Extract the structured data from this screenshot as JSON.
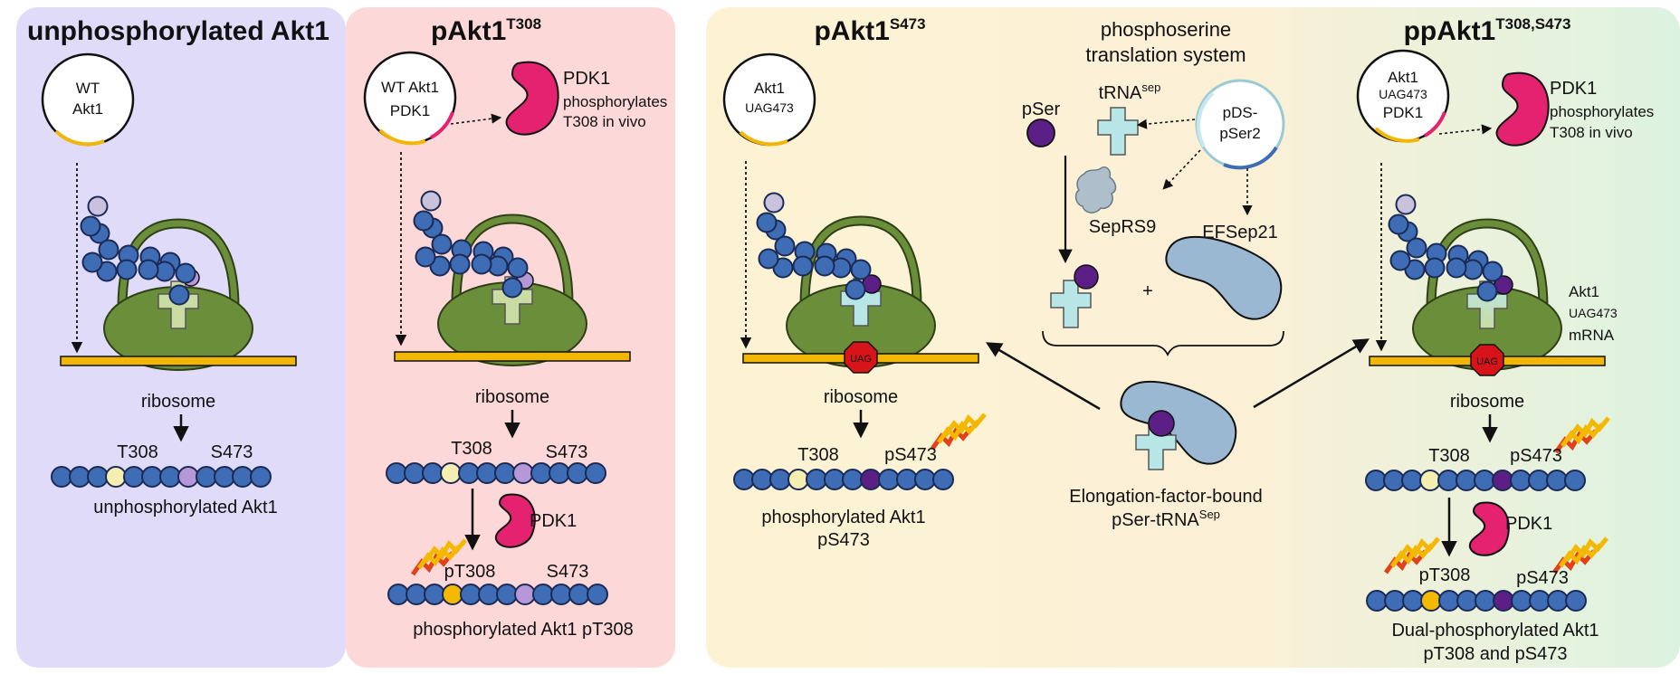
{
  "panels": {
    "unphos": {
      "title": "unphosphorylated Akt1",
      "plasmid": [
        "WT",
        "Akt1"
      ],
      "ribosome": "ribosome",
      "site1": "T308",
      "site2": "S473",
      "result": "unphosphorylated Akt1"
    },
    "pT308": {
      "title_main": "pAkt1",
      "title_sup": "T308",
      "plasmid": [
        "WT Akt1",
        "PDK1"
      ],
      "pdk1_text": [
        "PDK1",
        "phosphorylates",
        "T308 in vivo"
      ],
      "ribosome": "ribosome",
      "site1": "T308",
      "site2": "S473",
      "enzyme": "PDK1",
      "site1_p": "pT308",
      "site2_after": "S473",
      "result": "phosphorylated Akt1 pT308"
    },
    "pS473": {
      "title_main": "pAkt1",
      "title_sup": "S473",
      "plasmid": [
        "Akt1",
        "UAG473"
      ],
      "uag": "UAG",
      "ribosome": "ribosome",
      "site1": "T308",
      "site2": "pS473",
      "result": [
        "phosphorylated Akt1",
        "pS473"
      ]
    },
    "system": {
      "title": [
        "phosphoserine",
        "translation system"
      ],
      "pser": "pSer",
      "trna_main": "tRNA",
      "trna_sup": "sep",
      "plasmid": [
        "pDS-",
        "pSer2"
      ],
      "seprs": "SepRS9",
      "efsep": "EFSep21",
      "plus": "+",
      "complex_main": "Elongation-factor-bound",
      "complex_line2": "pSer-tRNA",
      "complex_sup": "Sep"
    },
    "dual": {
      "title_main": "ppAkt1",
      "title_sup": "T308,S473",
      "plasmid": [
        "Akt1",
        "UAG473",
        "PDK1"
      ],
      "pdk1_text": [
        "PDK1",
        "phosphorylates",
        "T308 in vivo"
      ],
      "mrna": [
        "Akt1",
        "UAG473",
        "mRNA"
      ],
      "uag": "UAG",
      "ribosome": "ribosome",
      "site1": "T308",
      "site2": "pS473",
      "enzyme": "PDK1",
      "site1_p": "pT308",
      "site2_after": "pS473",
      "result": [
        "Dual-phosphorylated Akt1",
        "pT308 and pS473"
      ]
    }
  },
  "colors": {
    "bead": "#3e6db5",
    "bead_stroke": "#1b2a55",
    "bead_light": "#c9c2dc",
    "site_t308": "#f4efb0",
    "site_s473": "#b697d8",
    "phospho_gold": "#f5b800",
    "phospho_purple": "#5b1f86",
    "ribosome": "#6b8e3a",
    "ribosome_stroke": "#2f3f17",
    "mrna": "#f2b705",
    "trna_green": "#c8dca4",
    "trna_cyan": "#b8e6e6",
    "pdk1": "#e5226f",
    "ef": "#9bb8d3",
    "seprs": "#aebecb",
    "uag": "#d8141b",
    "panel1": "#e1dbfa",
    "panel2": "#fdd8d8",
    "panel3": "#fdf3d4",
    "panel4": "#dcf2e0"
  },
  "icons": [
    "plasmid-icon",
    "pdk1-enzyme-icon",
    "ribosome-icon",
    "trna-icon",
    "phospho-burst-icon",
    "uag-stop-icon",
    "ef-protein-icon",
    "seprs-enzyme-icon"
  ]
}
